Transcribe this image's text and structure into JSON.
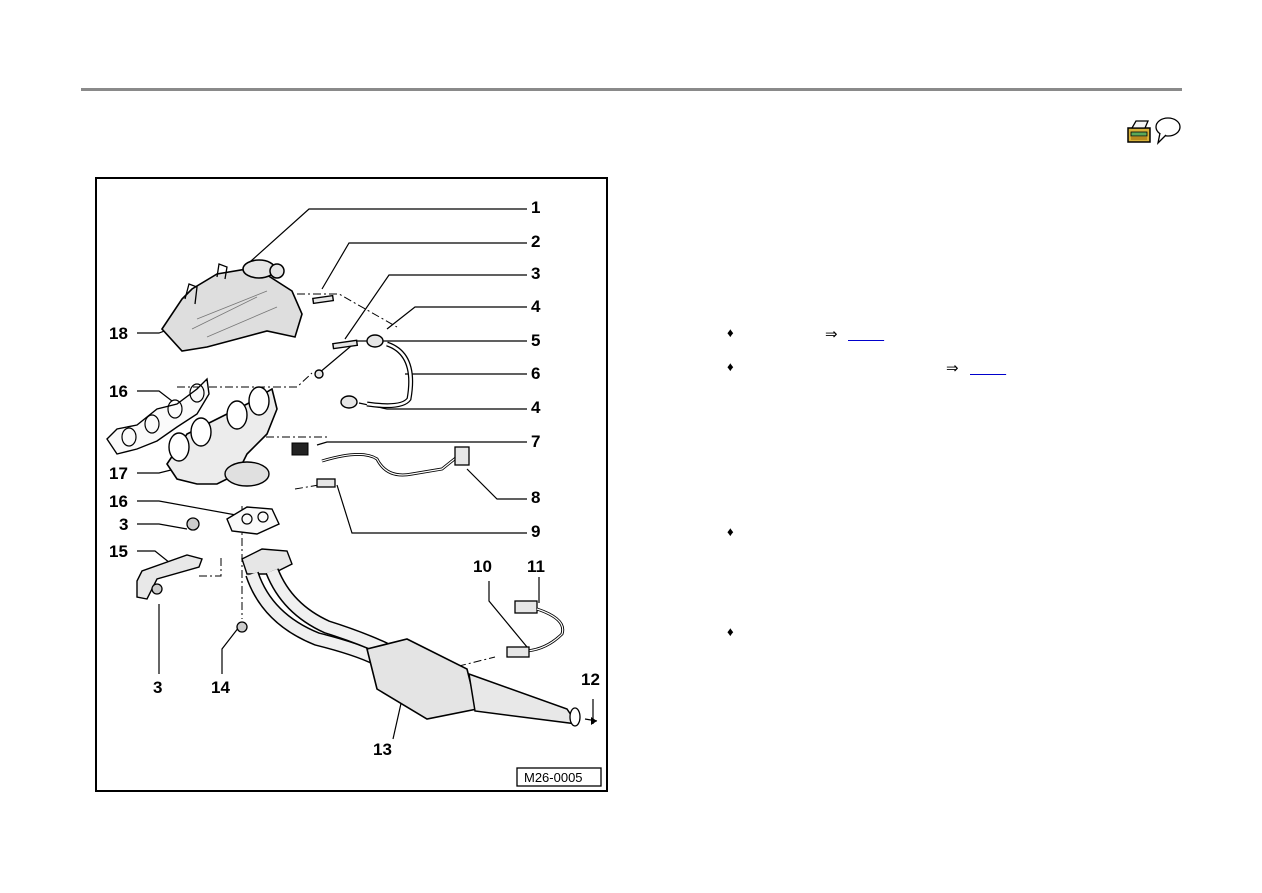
{
  "diagram": {
    "figure_id": "M26-0005",
    "callouts": [
      "1",
      "2",
      "3",
      "4",
      "5",
      "6",
      "4",
      "7",
      "8",
      "9",
      "18",
      "16",
      "17",
      "16",
      "3",
      "15",
      "3",
      "14",
      "10",
      "11",
      "12",
      "13"
    ]
  },
  "toolbar": {
    "icons": [
      "printer-icon",
      "speech-bubble-icon"
    ]
  },
  "notes": {
    "bullet_symbol": "♦",
    "ref_arrow": "⇒",
    "links": [
      "          ",
      "          "
    ]
  }
}
